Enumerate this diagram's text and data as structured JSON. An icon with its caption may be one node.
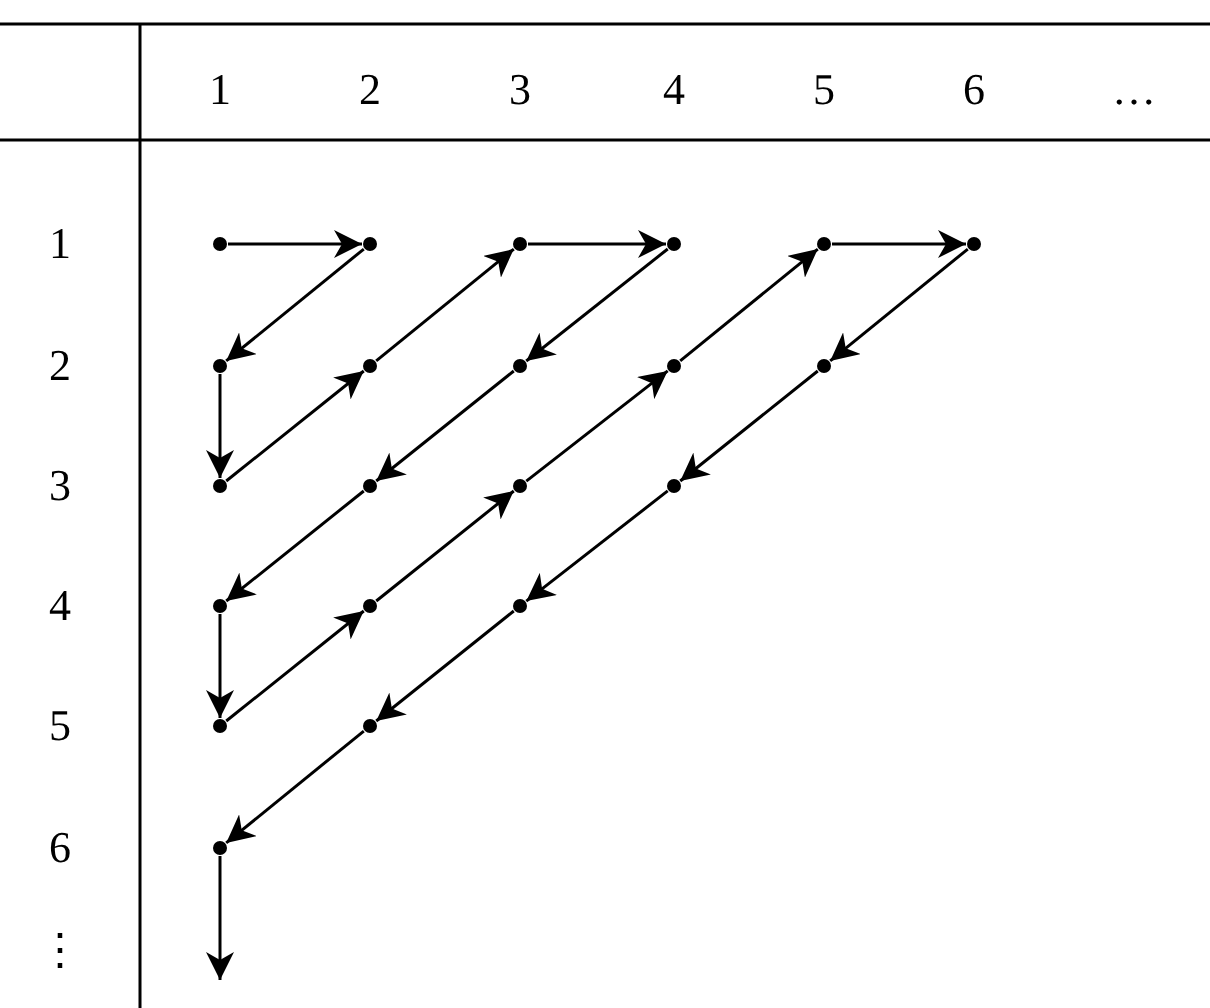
{
  "diagram": {
    "nodes": [
      {
        "text": [],
        "shape": "circle"
      },
      {
        "text": [],
        "shape": "circle"
      },
      {
        "text": [],
        "shape": "circle"
      },
      {
        "text": [],
        "shape": "circle"
      },
      {
        "text": [],
        "shape": "circle"
      },
      {
        "text": [],
        "shape": "circle"
      },
      {
        "text": [],
        "shape": "circle"
      },
      {
        "text": [],
        "shape": "circle"
      },
      {
        "text": [],
        "shape": "circle"
      },
      {
        "text": [],
        "shape": "circle"
      },
      {
        "text": [],
        "shape": "circle"
      },
      {
        "text": [],
        "shape": "circle"
      },
      {
        "text": [],
        "shape": "circle"
      },
      {
        "text": [],
        "shape": "circle"
      },
      {
        "text": [],
        "shape": "circle"
      },
      {
        "text": [],
        "shape": "circle"
      },
      {
        "text": [],
        "shape": "circle"
      },
      {
        "text": [],
        "shape": "circle"
      },
      {
        "text": [],
        "shape": "circle"
      },
      {
        "text": [],
        "shape": "circle"
      },
      {
        "text": [],
        "shape": "circle"
      }
    ],
    "edges": [
      {
        "from": 0,
        "to": 1,
        "arrow": "to"
      },
      {
        "from": 1,
        "to": 6,
        "arrow": "to"
      },
      {
        "from": 6,
        "to": 11,
        "arrow": "to"
      },
      {
        "from": 11,
        "to": 7,
        "arrow": "to"
      },
      {
        "from": 7,
        "to": 2,
        "arrow": "to"
      },
      {
        "from": 2,
        "to": 3,
        "arrow": "to"
      },
      {
        "from": 3,
        "to": 8,
        "arrow": "to"
      },
      {
        "from": 8,
        "to": 12,
        "arrow": "to"
      },
      {
        "from": 12,
        "to": 15,
        "arrow": "to"
      },
      {
        "from": 15,
        "to": 18,
        "arrow": "to"
      },
      {
        "from": 18,
        "to": 16,
        "arrow": "to"
      },
      {
        "from": 16,
        "to": 13,
        "arrow": "to"
      },
      {
        "from": 13,
        "to": 9,
        "arrow": "to"
      },
      {
        "from": 9,
        "to": 4,
        "arrow": "to"
      },
      {
        "from": 4,
        "to": 5,
        "arrow": "to"
      },
      {
        "from": 5,
        "to": 10,
        "arrow": "to"
      },
      {
        "from": 10,
        "to": 14,
        "arrow": "to"
      },
      {
        "from": 14,
        "to": 17,
        "arrow": "to"
      },
      {
        "from": 17,
        "to": 19,
        "arrow": "to"
      },
      {
        "from": 19,
        "to": 20,
        "arrow": "to"
      },
      {
        "from": 20,
        "to": null,
        "arrow": "to"
      }
    ],
    "labels": [
      "1",
      "2",
      "3",
      "4",
      "5",
      "6",
      "…",
      "1",
      "2",
      "3",
      "4",
      "5",
      "6",
      "⋮"
    ]
  }
}
